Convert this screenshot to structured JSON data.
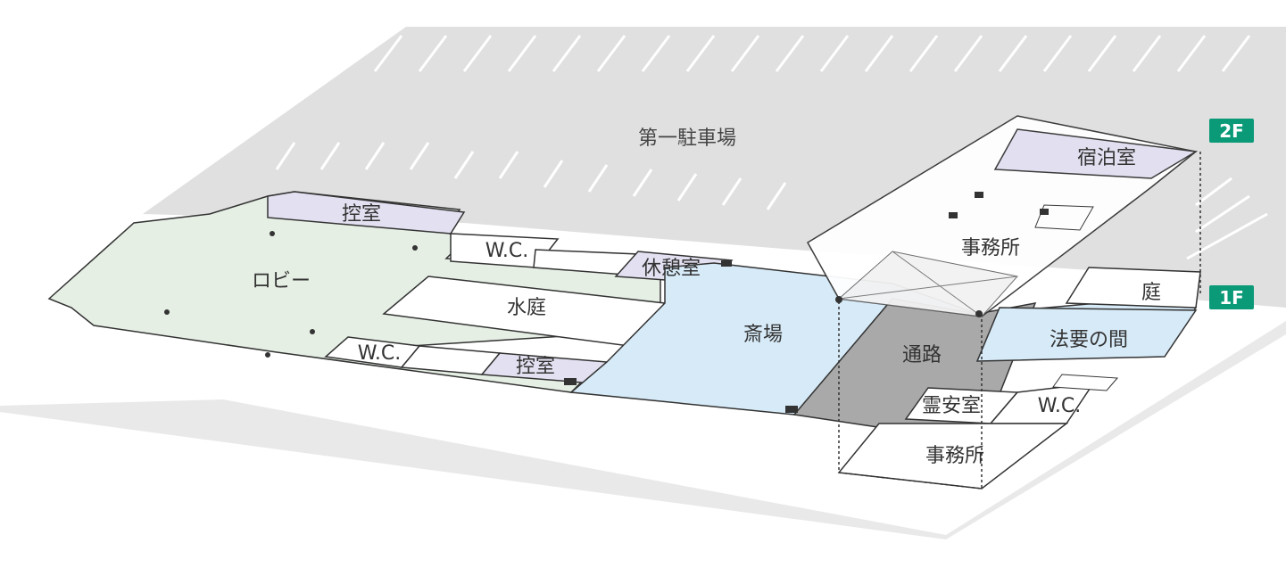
{
  "colors": {
    "ground": "#e0e0e0",
    "lobby": "#e5efe4",
    "hall": "#d6eaf7",
    "private_room": "#e3e1f1",
    "corridor": "#a9a9a9",
    "wall": "#333333",
    "badge": "#0b9a78"
  },
  "parking": {
    "label": "第一駐車場"
  },
  "floors": {
    "upper": {
      "label": "2F"
    },
    "ground": {
      "label": "1F"
    }
  },
  "rooms": {
    "lobby": "ロビー",
    "waiting_top": "控室",
    "wc_top": "W.C.",
    "water_garden": "水庭",
    "wc_bottom": "W.C.",
    "waiting_bottom": "控室",
    "rest_room": "休憩室",
    "hall": "斎場",
    "corridor": "通路",
    "memorial_hall": "法要の間",
    "garden": "庭",
    "morgue": "霊安室",
    "wc_right": "W.C.",
    "office_1f": "事務所",
    "lodging": "宿泊室",
    "office_2f": "事務所"
  }
}
